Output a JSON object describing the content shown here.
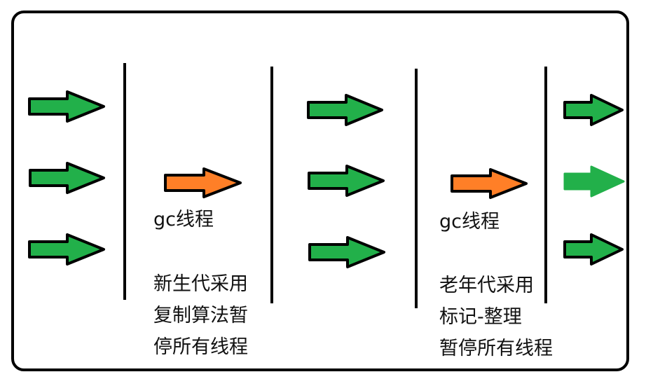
{
  "colors": {
    "app_thread_arrow": "#22b04a",
    "gc_thread_arrow": "#ff7f27",
    "outline": "#000000",
    "background": "#ffffff"
  },
  "young_gc": {
    "thread_label": "gc线程",
    "description_lines": [
      "新生代采用",
      "复制算法暂",
      "停所有线程"
    ]
  },
  "old_gc": {
    "thread_label": "gc线程",
    "description_lines": [
      "老年代采用",
      "标记-整理",
      "暂停所有线程"
    ]
  }
}
